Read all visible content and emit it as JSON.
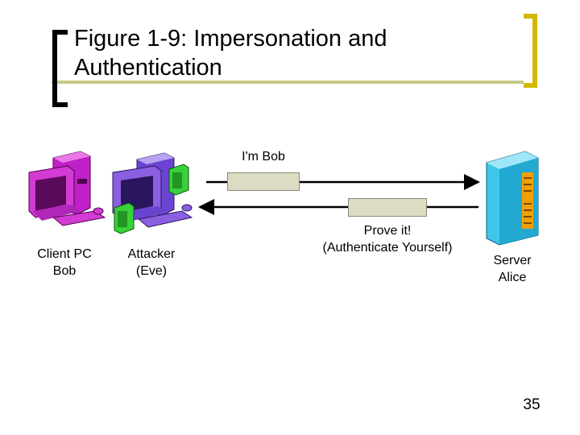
{
  "slide": {
    "title_line1": "Figure 1-9: Impersonation and",
    "title_line2": "Authentication",
    "page_number": "35"
  },
  "diagram": {
    "client": {
      "line1": "Client PC",
      "line2": "Bob"
    },
    "attacker": {
      "line1": "Attacker",
      "line2": "(Eve)"
    },
    "server": {
      "line1": "Server",
      "line2": "Alice"
    },
    "message_out": {
      "text": "I'm Bob"
    },
    "message_back": {
      "line1": "Prove it!",
      "line2": "(Authenticate Yourself)"
    }
  },
  "colors": {
    "bracket": "#000000",
    "bracket_right": "#d4b800",
    "accent_bar": "#c9c98a",
    "client_pc": "#d43ad4",
    "attacker_pc": "#8a5fe0",
    "tower_green": "#39d139",
    "server": "#3fc7ea",
    "server_panel": "#f0a000",
    "message_box": "#dcdcc4"
  }
}
